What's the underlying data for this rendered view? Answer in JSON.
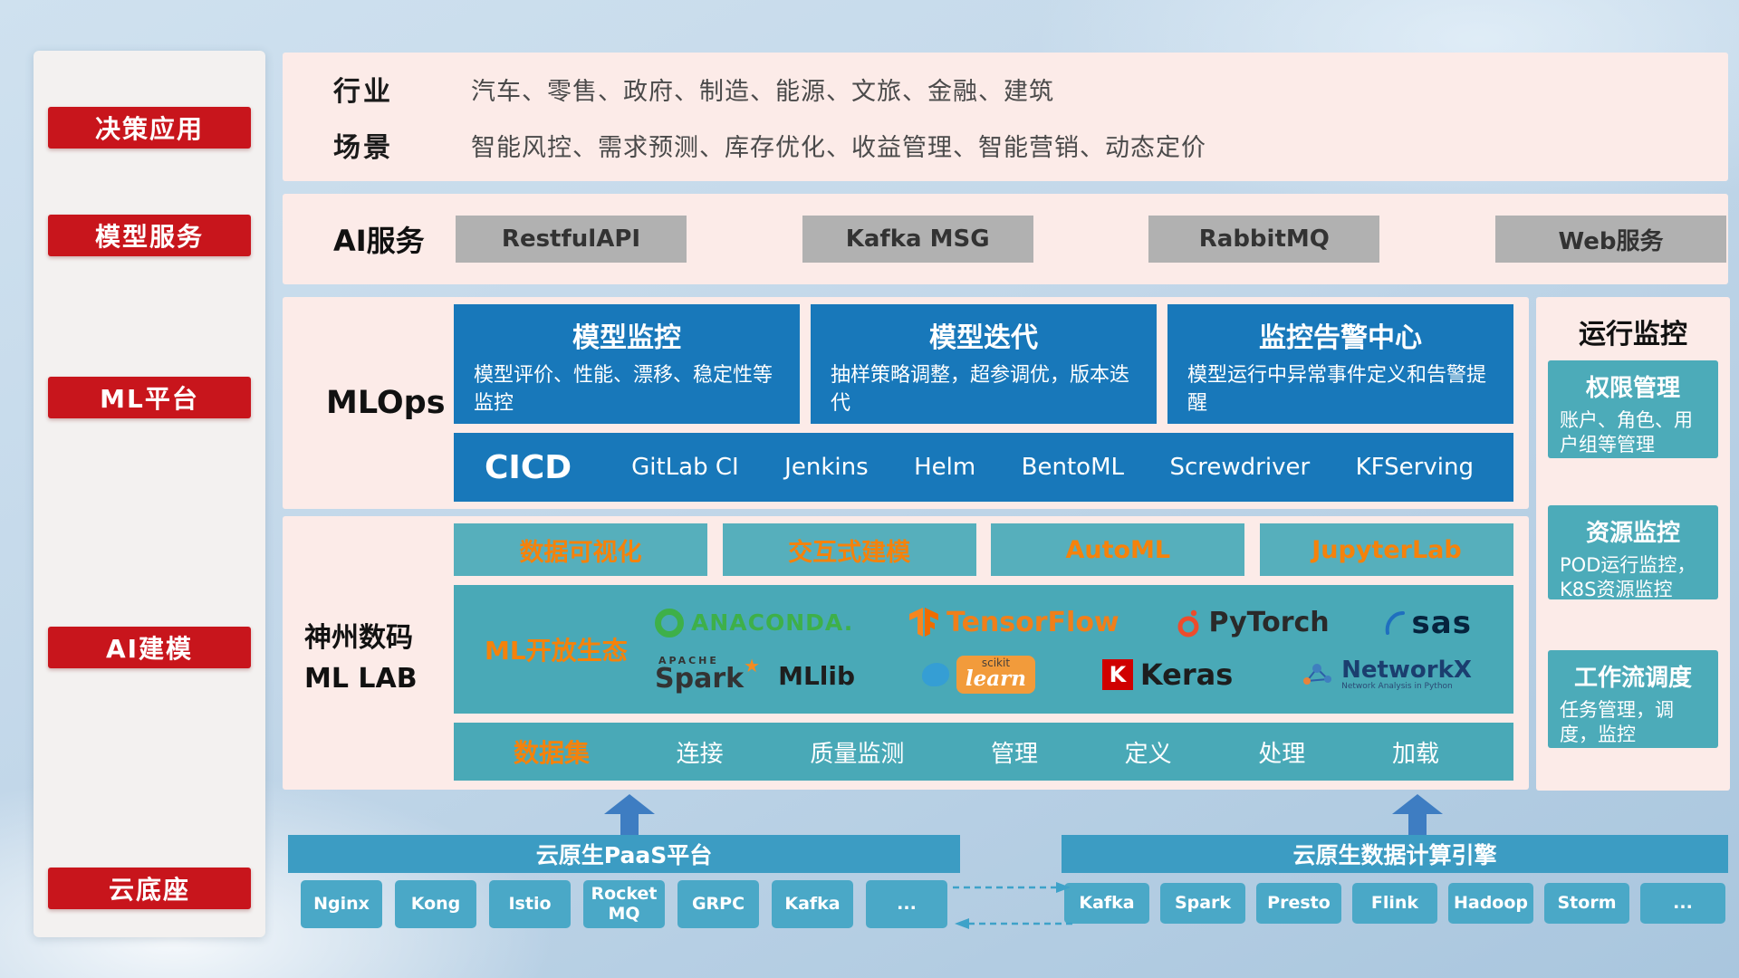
{
  "sidebar": {
    "items": [
      "决策应用",
      "模型服务",
      "ML平台",
      "AI建模",
      "云底座"
    ]
  },
  "industry": {
    "rows": [
      {
        "label": "行业",
        "value": "汽车、零售、政府、制造、能源、文旅、金融、建筑"
      },
      {
        "label": "场景",
        "value": "智能风控、需求预测、库存优化、收益管理、智能营销、动态定价"
      }
    ]
  },
  "ai_service": {
    "label": "AI服务",
    "buttons": [
      "RestfulAPI",
      "Kafka MSG",
      "RabbitMQ",
      "Web服务"
    ]
  },
  "mlops": {
    "label": "MLOps",
    "cards": [
      {
        "title": "模型监控",
        "desc": "模型评价、性能、漂移、稳定性等监控"
      },
      {
        "title": "模型迭代",
        "desc": "抽样策略调整，超参调优，版本迭代"
      },
      {
        "title": "监控告警中心",
        "desc": "模型运行中异常事件定义和告警提醒"
      }
    ],
    "cicd": {
      "label": "CICD",
      "items": [
        "GitLab CI",
        "Jenkins",
        "Helm",
        "BentoML",
        "Screwdriver",
        "KFServing"
      ]
    }
  },
  "mllab": {
    "label_line1": "神州数码",
    "label_line2": "ML LAB",
    "tools": [
      "数据可视化",
      "交互式建模",
      "AutoML",
      "JupyterLab"
    ],
    "ecosystem": {
      "label": "ML开放生态",
      "anaconda": "ANACONDA.",
      "tensorflow": "TensorFlow",
      "pytorch": "PyTorch",
      "sas": "sas",
      "spark_apache": "APACHE",
      "spark": "Spark",
      "mllib": "MLlib",
      "sklearn_scikit": "scikit",
      "sklearn_learn": "learn",
      "keras_k": "K",
      "keras": "Keras",
      "networkx": "NetworkX",
      "networkx_sub": "Network Analysis in Python"
    },
    "dataset": {
      "label": "数据集",
      "items": [
        "连接",
        "质量监测",
        "管理",
        "定义",
        "处理",
        "加载"
      ]
    }
  },
  "monitor": {
    "title": "运行监控",
    "cards": [
      {
        "title": "权限管理",
        "desc": "账户、角色、用户组等管理"
      },
      {
        "title": "资源监控",
        "desc": "POD运行监控，K8S资源监控"
      },
      {
        "title": "工作流调度",
        "desc": "任务管理，调度，监控"
      }
    ]
  },
  "bottom": {
    "paas": {
      "title": "云原生PaaS平台",
      "items": [
        "Nginx",
        "Kong",
        "Istio",
        "RocketMQ",
        "GRPC",
        "Kafka",
        "..."
      ]
    },
    "engine": {
      "title": "云原生数据计算引擎",
      "items": [
        "Kafka",
        "Spark",
        "Presto",
        "Flink",
        "Hadoop",
        "Storm",
        "..."
      ]
    }
  },
  "colors": {
    "accent_red": "#c8151c",
    "panel_pink": "#fcebe8",
    "box_blue": "#1878ba",
    "box_teal": "#49a9b7",
    "banner_teal": "#3c9cc3",
    "accent_orange": "#f5820b"
  }
}
